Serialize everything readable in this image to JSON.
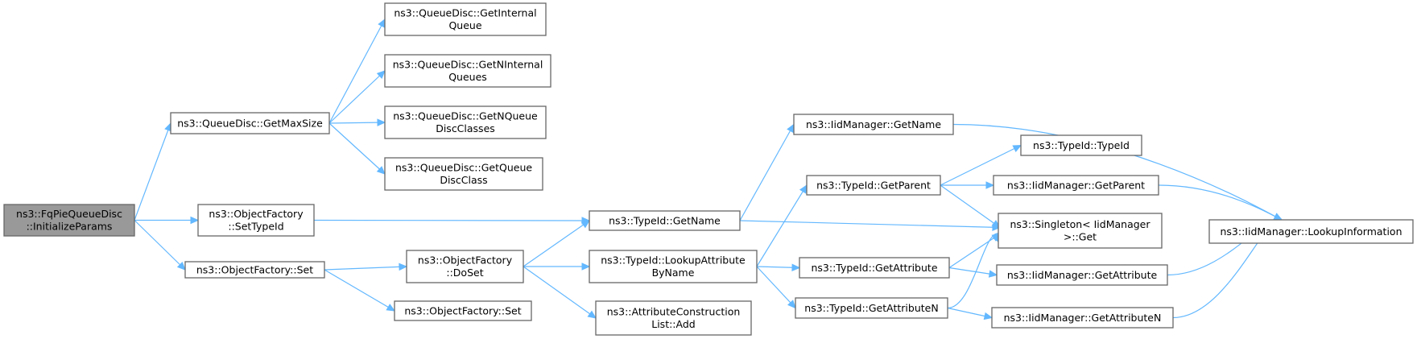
{
  "nodes": [
    {
      "id": "root",
      "lines": [
        "ns3::FqPieQueueDisc",
        "::InitializeParams"
      ],
      "root": true
    },
    {
      "id": "qd_getmaxsize",
      "lines": [
        "ns3::QueueDisc::GetMaxSize"
      ]
    },
    {
      "id": "qd_getinternalqueue",
      "lines": [
        "ns3::QueueDisc::GetInternal",
        "Queue"
      ]
    },
    {
      "id": "qd_getninternalqueues",
      "lines": [
        "ns3::QueueDisc::GetNInternal",
        "Queues"
      ]
    },
    {
      "id": "qd_getnqueuediscclasses",
      "lines": [
        "ns3::QueueDisc::GetNQueue",
        "DiscClasses"
      ]
    },
    {
      "id": "qd_getqueuediscclass",
      "lines": [
        "ns3::QueueDisc::GetQueue",
        "DiscClass"
      ]
    },
    {
      "id": "of_settypeid",
      "lines": [
        "ns3::ObjectFactory",
        "::SetTypeId"
      ]
    },
    {
      "id": "of_set",
      "lines": [
        "ns3::ObjectFactory::Set"
      ]
    },
    {
      "id": "of_doset",
      "lines": [
        "ns3::ObjectFactory",
        "::DoSet"
      ]
    },
    {
      "id": "of_set2",
      "lines": [
        "ns3::ObjectFactory::Set"
      ]
    },
    {
      "id": "tid_getname",
      "lines": [
        "ns3::TypeId::GetName"
      ]
    },
    {
      "id": "tid_lookupattr",
      "lines": [
        "ns3::TypeId::LookupAttribute",
        "ByName"
      ]
    },
    {
      "id": "acl_add",
      "lines": [
        "ns3::AttributeConstruction",
        "List::Add"
      ]
    },
    {
      "id": "iid_getname",
      "lines": [
        "ns3::IidManager::GetName"
      ]
    },
    {
      "id": "tid_getparent",
      "lines": [
        "ns3::TypeId::GetParent"
      ]
    },
    {
      "id": "tid_getattribute",
      "lines": [
        "ns3::TypeId::GetAttribute"
      ]
    },
    {
      "id": "tid_getattributen",
      "lines": [
        "ns3::TypeId::GetAttributeN"
      ]
    },
    {
      "id": "tid_typeid",
      "lines": [
        "ns3::TypeId::TypeId"
      ]
    },
    {
      "id": "iid_getparent",
      "lines": [
        "ns3::IidManager::GetParent"
      ]
    },
    {
      "id": "singleton_get",
      "lines": [
        "ns3::Singleton< IidManager",
        " >::Get"
      ]
    },
    {
      "id": "iid_getattribute",
      "lines": [
        "ns3::IidManager::GetAttribute"
      ]
    },
    {
      "id": "iid_getattributen",
      "lines": [
        "ns3::IidManager::GetAttributeN"
      ]
    },
    {
      "id": "iid_lookupinfo",
      "lines": [
        "ns3::IidManager::LookupInformation"
      ]
    }
  ],
  "edges": [
    [
      "root",
      "qd_getmaxsize"
    ],
    [
      "root",
      "of_settypeid"
    ],
    [
      "root",
      "of_set"
    ],
    [
      "qd_getmaxsize",
      "qd_getinternalqueue"
    ],
    [
      "qd_getmaxsize",
      "qd_getninternalqueues"
    ],
    [
      "qd_getmaxsize",
      "qd_getnqueuediscclasses"
    ],
    [
      "qd_getmaxsize",
      "qd_getqueuediscclass"
    ],
    [
      "of_settypeid",
      "tid_getname"
    ],
    [
      "of_set",
      "of_doset"
    ],
    [
      "of_set",
      "of_set2"
    ],
    [
      "of_doset",
      "tid_getname"
    ],
    [
      "of_doset",
      "tid_lookupattr"
    ],
    [
      "of_doset",
      "acl_add"
    ],
    [
      "tid_getname",
      "iid_getname"
    ],
    [
      "tid_getname",
      "singleton_get"
    ],
    [
      "tid_lookupattr",
      "tid_getparent"
    ],
    [
      "tid_lookupattr",
      "tid_getattribute"
    ],
    [
      "tid_lookupattr",
      "tid_getattributen"
    ],
    [
      "iid_getname",
      "iid_lookupinfo"
    ],
    [
      "tid_getparent",
      "tid_typeid"
    ],
    [
      "tid_getparent",
      "iid_getparent"
    ],
    [
      "tid_getparent",
      "singleton_get"
    ],
    [
      "tid_getattribute",
      "singleton_get"
    ],
    [
      "tid_getattribute",
      "iid_getattribute"
    ],
    [
      "tid_getattributen",
      "singleton_get"
    ],
    [
      "tid_getattributen",
      "iid_getattributen"
    ],
    [
      "iid_getparent",
      "iid_lookupinfo"
    ],
    [
      "iid_getattribute",
      "iid_lookupinfo"
    ],
    [
      "iid_getattributen",
      "iid_lookupinfo"
    ]
  ],
  "colors": {
    "edge": "#63b8ff",
    "node_border": "#666666",
    "node_fill": "#ffffff",
    "root_fill": "#999999"
  }
}
